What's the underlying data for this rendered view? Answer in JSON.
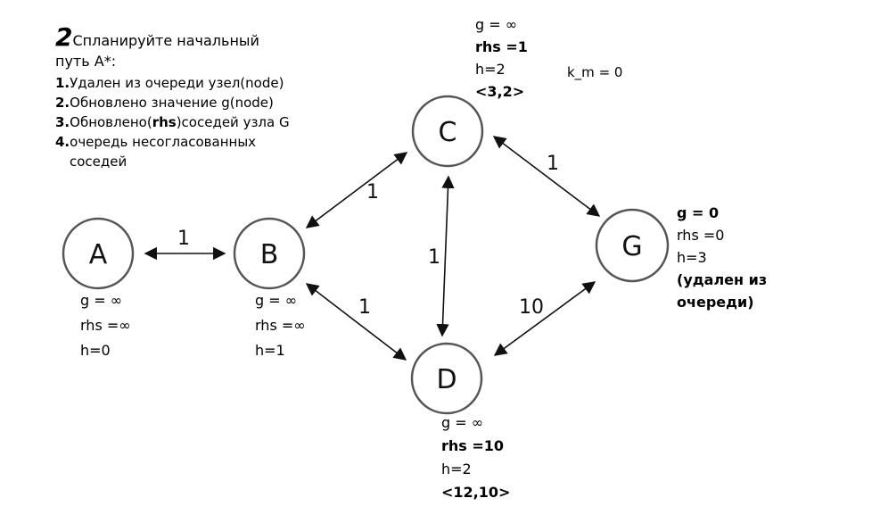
{
  "step": {
    "number": "2",
    "title_part1": "Спланируйте начальный",
    "title_part2": "путь A*:",
    "items": [
      {
        "num": "1.",
        "text": "Удален из очереди узел(node)"
      },
      {
        "num": "2.",
        "text": "Обновлено значение g(node)"
      },
      {
        "num": "3.",
        "text_before": "Обновлено(",
        "bold": "rhs",
        "text_after": ")соседей узла G"
      },
      {
        "num": "4.",
        "text": "очередь несогласованных",
        "cont": "соседей"
      }
    ]
  },
  "k_m": "k_m = 0",
  "nodes": {
    "A": {
      "label": "A",
      "fill": "#a9d18e",
      "info": [
        "g = ∞",
        "rhs =∞",
        "h=0"
      ]
    },
    "B": {
      "label": "B",
      "fill": "#ffffff",
      "info": [
        "g = ∞",
        "rhs =∞",
        "h=1"
      ]
    },
    "C": {
      "label": "C",
      "fill": "#ffffff",
      "info": [
        "g = ∞",
        "rhs =1",
        "h=2",
        "<3,2>"
      ]
    },
    "D": {
      "label": "D",
      "fill": "#ffffff",
      "info": [
        "g = ∞",
        "rhs =10",
        "h=2",
        "<12,10>"
      ]
    },
    "G": {
      "label": "G",
      "fill": "#ff5b5b",
      "info": [
        "g = 0",
        "rhs =0",
        "h=3",
        "(удален из",
        "очереди)"
      ]
    }
  },
  "edges": [
    {
      "from": "A",
      "to": "B",
      "weight": "1"
    },
    {
      "from": "B",
      "to": "C",
      "weight": "1"
    },
    {
      "from": "B",
      "to": "D",
      "weight": "1"
    },
    {
      "from": "C",
      "to": "D",
      "weight": "1"
    },
    {
      "from": "C",
      "to": "G",
      "weight": "1"
    },
    {
      "from": "D",
      "to": "G",
      "weight": "10"
    }
  ]
}
